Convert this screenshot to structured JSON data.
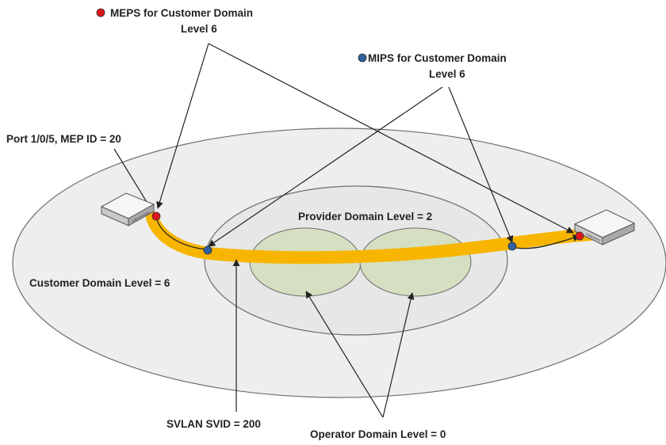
{
  "labels": {
    "meps_line1": "MEPS for Customer Domain",
    "meps_line2": "Level  6",
    "mips_line1": "MIPS for Customer Domain",
    "mips_line2": "Level  6",
    "port": "Port 1/0/5, MEP ID = 20",
    "provider_domain": "Provider Domain Level = 2",
    "customer_domain": "Customer Domain Level = 6",
    "svlan": "SVLAN SVID = 200",
    "operator_domain": "Operator Domain Level = 0"
  },
  "colors": {
    "mep": "#e0141b",
    "mip": "#2f5f9e",
    "svlan_path": "#f7b500",
    "customer_domain_fill": "#eeeeee",
    "provider_domain_fill": "#e7e7e7",
    "operator_domain_fill": "#d5dfc1",
    "line": "#222222"
  }
}
